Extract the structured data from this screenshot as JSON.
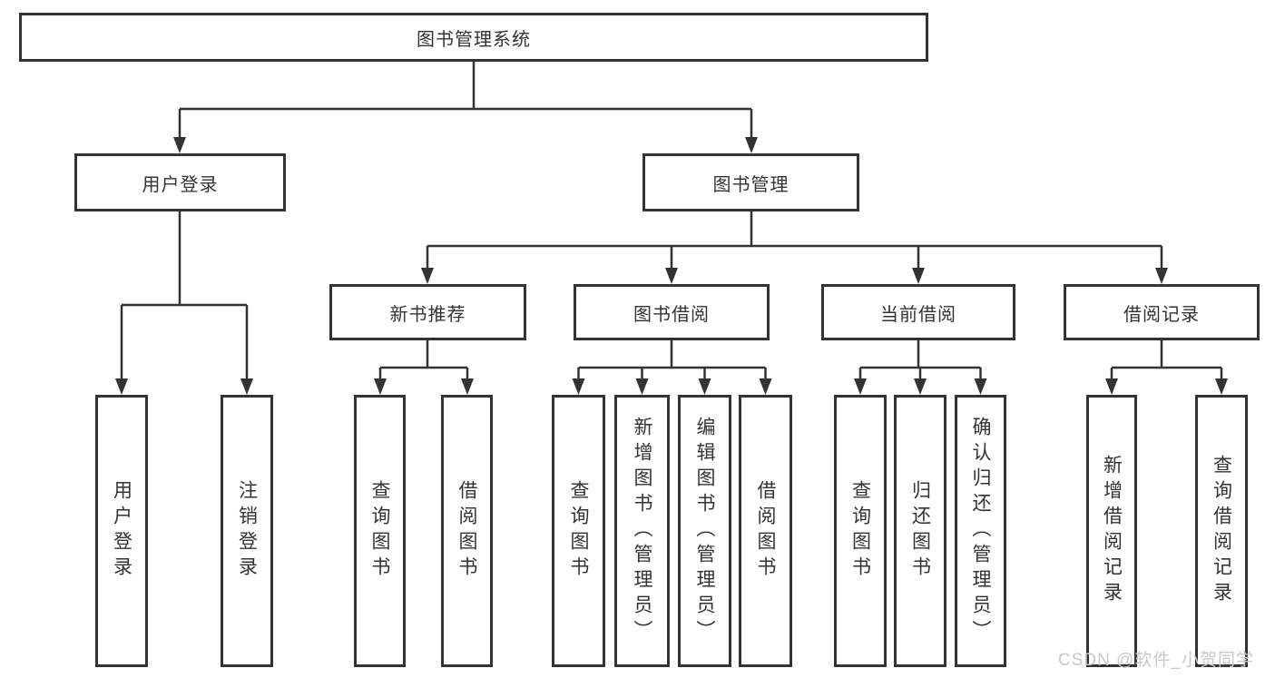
{
  "tree": {
    "root": {
      "label": "图书管理系统"
    },
    "branches": [
      {
        "label": "用户登录",
        "children": [
          {
            "label": "用户登录"
          },
          {
            "label": "注销登录"
          }
        ]
      },
      {
        "label": "图书管理",
        "children": [
          {
            "label": "新书推荐",
            "children": [
              {
                "label": "查询图书"
              },
              {
                "label": "借阅图书"
              }
            ]
          },
          {
            "label": "图书借阅",
            "children": [
              {
                "label": "查询图书"
              },
              {
                "label": "新增图书（管理员）"
              },
              {
                "label": "编辑图书（管理员）"
              },
              {
                "label": "借阅图书"
              }
            ]
          },
          {
            "label": "当前借阅",
            "children": [
              {
                "label": "查询图书"
              },
              {
                "label": "归还图书"
              },
              {
                "label": "确认归还（管理员）"
              }
            ]
          },
          {
            "label": "借阅记录",
            "children": [
              {
                "label": "新增借阅记录"
              },
              {
                "label": "查询借阅记录"
              }
            ]
          }
        ]
      }
    ]
  },
  "watermark": {
    "text": "CSDN @软件_小贺同学"
  },
  "colors": {
    "line": "#333333",
    "box_border": "#333333",
    "text": "#333333",
    "background": "#ffffff",
    "watermark": "#c9c9c9"
  }
}
